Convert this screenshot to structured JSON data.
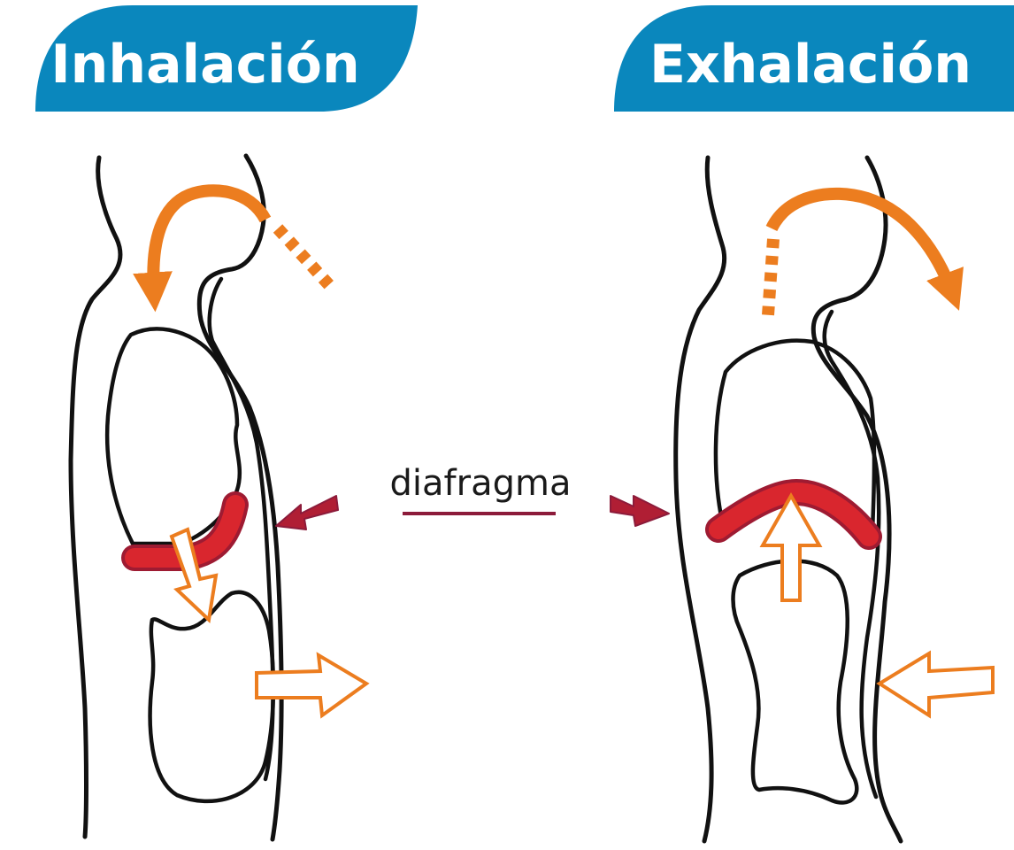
{
  "colors": {
    "banner": "#0a87bd",
    "outline": "#111111",
    "diaphragm_fill": "#d9262e",
    "diaphragm_stroke": "#9e1b32",
    "orange": "#ec7d1f",
    "label_arrow": "#b01e34",
    "label_underline": "#8c1b3a"
  },
  "panels": [
    {
      "id": "inhalation",
      "title": "Inhalación"
    },
    {
      "id": "exhalation",
      "title": "Exhalación"
    }
  ],
  "center_label": {
    "text": "diafragma"
  },
  "icons": [
    "curved-air-arrow",
    "outline-arrow",
    "pointer-arrow"
  ]
}
